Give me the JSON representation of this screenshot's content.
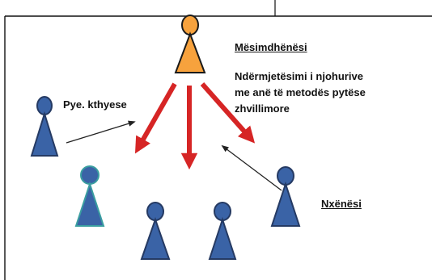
{
  "teacher": {
    "title": "Mësimdhënësi",
    "description_lines": [
      "Ndërmjetësimi i njohurive",
      "me anë të metodës pytëse",
      "zhvillimore"
    ],
    "color": "#f7a23d"
  },
  "question_label": "Pye. kthyese",
  "students_label": "Nxënësi",
  "colors": {
    "student": "#3a63a6",
    "student_outline": "#253a63",
    "highlight_outline": "#3a9ea0",
    "knowledge_arrow": "#d62525",
    "question_arrow": "#222222"
  }
}
